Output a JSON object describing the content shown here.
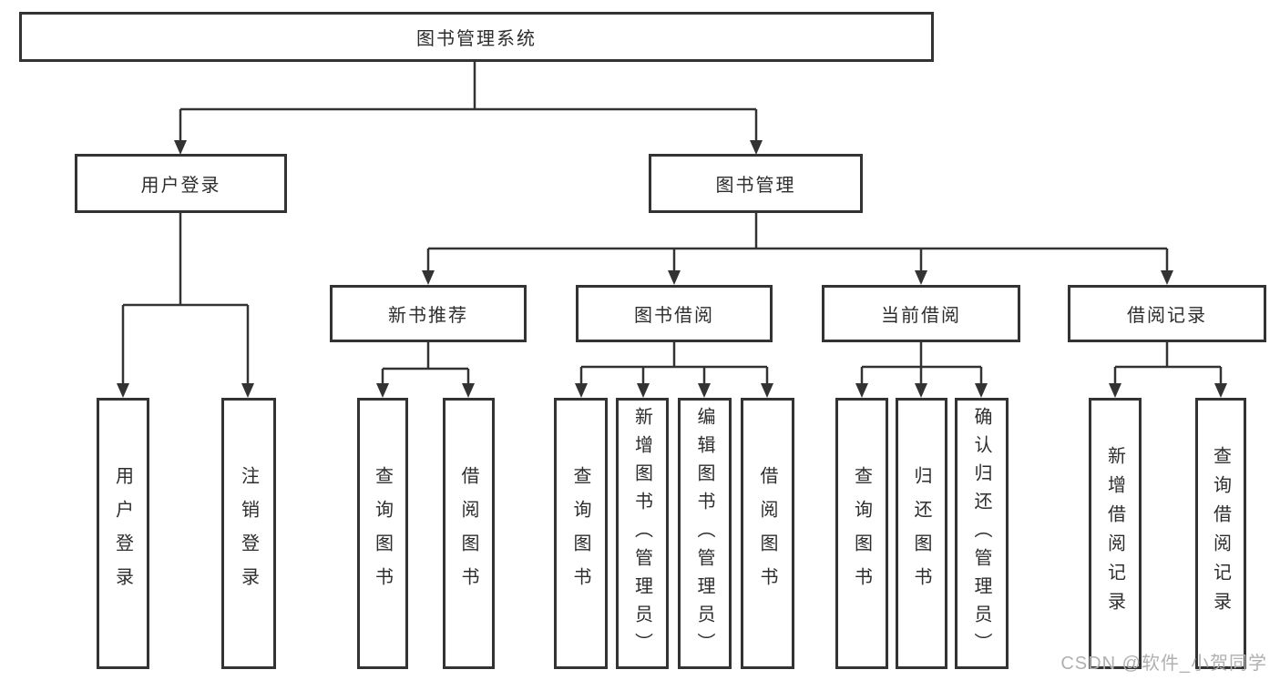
{
  "diagram": {
    "nodes": {
      "root": {
        "label": "图书管理系统"
      },
      "user_login": {
        "label": "用户登录"
      },
      "book_mgmt": {
        "label": "图书管理"
      },
      "new_book_rec": {
        "label": "新书推荐"
      },
      "book_borrow": {
        "label": "图书借阅"
      },
      "current_borrow": {
        "label": "当前借阅"
      },
      "borrow_records": {
        "label": "借阅记录"
      },
      "leaf_user_login": {
        "label": "用户登录"
      },
      "leaf_logout": {
        "label": "注销登录"
      },
      "rec_query_books": {
        "label": "查询图书"
      },
      "rec_borrow_books": {
        "label": "借阅图书"
      },
      "bb_query_books": {
        "label": "查询图书"
      },
      "bb_add_books": {
        "label": "新增图书（管理员）"
      },
      "bb_edit_books": {
        "label": "编辑图书（管理员）"
      },
      "bb_borrow_books": {
        "label": "借阅图书"
      },
      "cb_query_books": {
        "label": "查询图书"
      },
      "cb_return_books": {
        "label": "归还图书"
      },
      "cb_confirm_return": {
        "label": "确认归还（管理员）"
      },
      "br_add_record": {
        "label": "新增借阅记录"
      },
      "br_query_record": {
        "label": "查询借阅记录"
      }
    },
    "colors": {
      "line": "#333333",
      "text": "#2d2d2d",
      "watermark": "#b0b0b0",
      "background": "#ffffff"
    }
  },
  "watermark": {
    "text": "CSDN @软件_小贺同学"
  }
}
